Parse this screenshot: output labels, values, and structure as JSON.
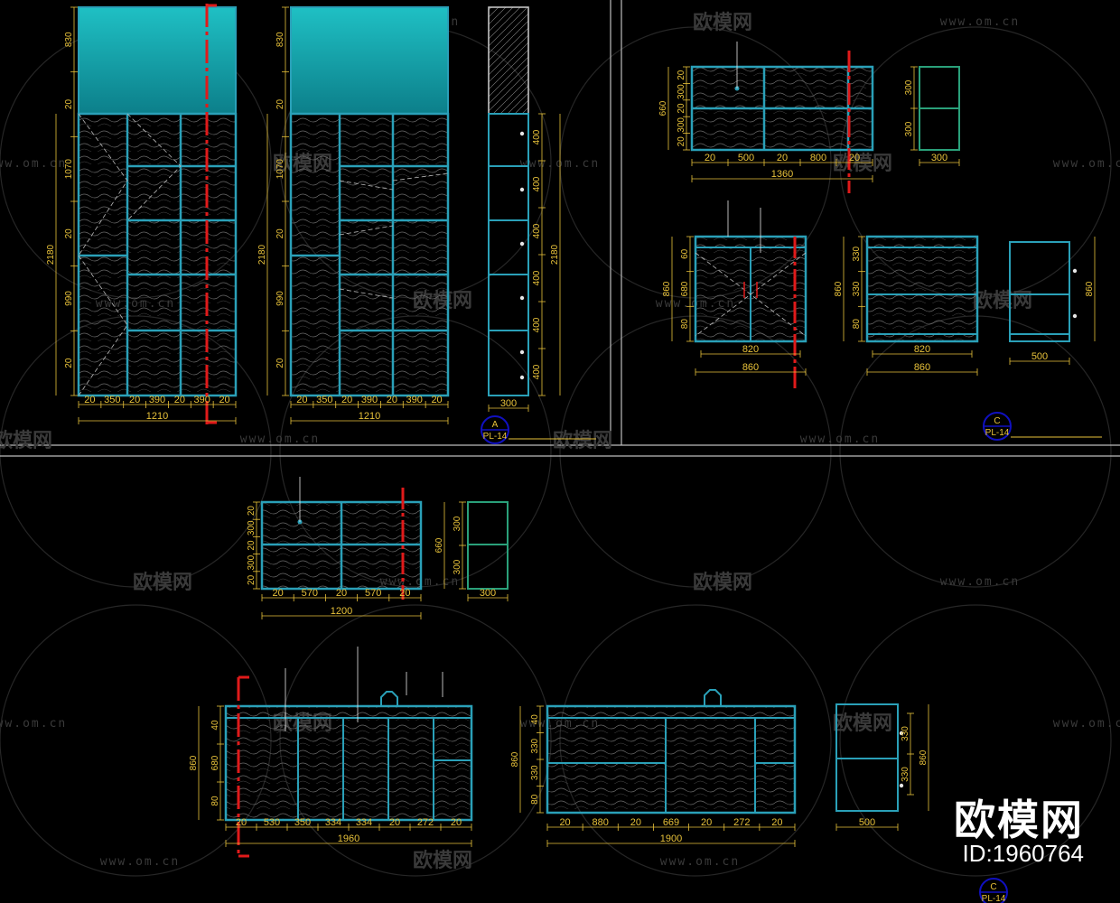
{
  "colors": {
    "background": "#000000",
    "cabinet_line": "#2aa0b8",
    "glass_fill": "#14a8b0",
    "dimension": "#e8c23a",
    "section_mark": "#e01a1a",
    "frame": "#cfcfcf",
    "watermark": "#3a3a3a"
  },
  "watermark": {
    "brand": "欧模网",
    "url": "www.om.cn"
  },
  "brand_badge": {
    "name": "欧模网",
    "id": "ID:1960764"
  },
  "cabinet_a": {
    "heights": [
      "830",
      "20",
      "1070",
      "20",
      "990",
      "20"
    ],
    "total_height": "2180",
    "widths": [
      "20",
      "350",
      "20",
      "390",
      "20",
      "390",
      "20"
    ],
    "total_width": "1210"
  },
  "cabinet_b": {
    "heights": [
      "830",
      "20",
      "1070",
      "20",
      "990",
      "20"
    ],
    "total_height": "2180",
    "widths": [
      "20",
      "350",
      "20",
      "390",
      "20",
      "390",
      "20"
    ],
    "total_width": "1210"
  },
  "cabinet_c_side": {
    "shelf_heights": [
      "400",
      "400",
      "400",
      "400",
      "400",
      "400"
    ],
    "total_height": "2180",
    "depth": "300"
  },
  "section_mark_1": {
    "letter": "A",
    "code": "PL-14"
  },
  "upper_cabinet_1": {
    "heights": [
      "20",
      "300",
      "20",
      "300",
      "20"
    ],
    "total_height": "660",
    "widths": [
      "20",
      "500",
      "20",
      "800",
      "20"
    ],
    "total_width": "1360",
    "side_heights": [
      "300",
      "300"
    ],
    "side_depth": "300"
  },
  "base_cabinet_1": {
    "heights": [
      "60",
      "680",
      "80"
    ],
    "total_height": "860",
    "inner_width": "820",
    "total_width": "860"
  },
  "base_cabinet_2": {
    "heights": [
      "330",
      "330",
      "80"
    ],
    "total_height": "860",
    "inner_width": "820",
    "total_width": "860"
  },
  "base_cabinet_side_1": {
    "total_height": "860",
    "depth": "500"
  },
  "section_mark_2": {
    "letter": "C",
    "code": "PL-14"
  },
  "upper_cabinet_2": {
    "heights": [
      "20",
      "300",
      "20",
      "300",
      "20"
    ],
    "total_height": "660",
    "widths": [
      "20",
      "570",
      "20",
      "570",
      "20"
    ],
    "total_width": "1200",
    "side_heights": [
      "300",
      "300"
    ],
    "side_depth": "300"
  },
  "kitchen_front": {
    "heights": [
      "40",
      "680",
      "80"
    ],
    "total_height": "860",
    "widths": [
      "20",
      "530",
      "350",
      "334",
      "334",
      "20",
      "272",
      "20"
    ],
    "total_width": "1960"
  },
  "kitchen_back": {
    "heights": [
      "40",
      "330",
      "330",
      "80"
    ],
    "total_height": "860",
    "widths": [
      "20",
      "880",
      "20",
      "669",
      "20",
      "272",
      "20"
    ],
    "total_width": "1900"
  },
  "kitchen_side": {
    "heights": [
      "330",
      "330"
    ],
    "total_height": "860",
    "depth": "500"
  },
  "section_mark_3": {
    "letter": "C",
    "code": "PL-14"
  }
}
